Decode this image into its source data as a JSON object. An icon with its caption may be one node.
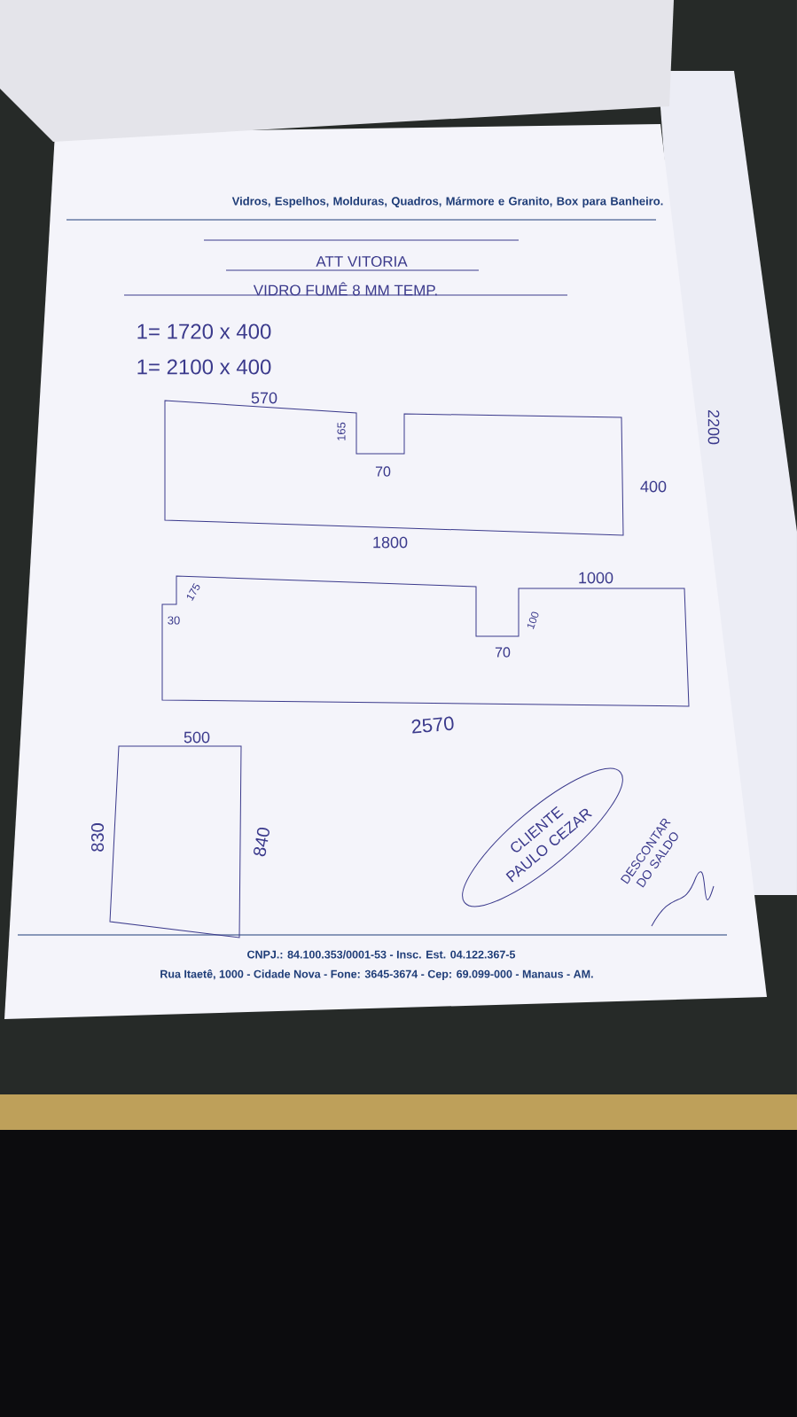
{
  "diagram": {
    "nodes": [
      {
        "text": [
          "CLIENTE PAULO CEZAR"
        ]
      }
    ],
    "labels": [
      "Vidros, Espelhos, Molduras, Quadros, Mármore e Granito, Box para Banheiro.",
      "ATT VITORIA",
      "VIDRO FUMÊ 8 MM TEMP.",
      "1= 1720 x 400",
      "1= 2100 x 400",
      "570",
      "165",
      "70",
      "400",
      "1800",
      "175",
      "30",
      "1000",
      "100",
      "70",
      "2570",
      "500",
      "830",
      "840",
      "2200",
      "DESCONTAR DO SALDO",
      "CNPJ.: 84.100.353/0001-53 - Insc. Est. 04.122.367-5",
      "Rua Itaetê, 1000 - Cidade Nova - Fone: 3645-3674 - Cep: 69.099-000 - Manaus - AM."
    ]
  }
}
